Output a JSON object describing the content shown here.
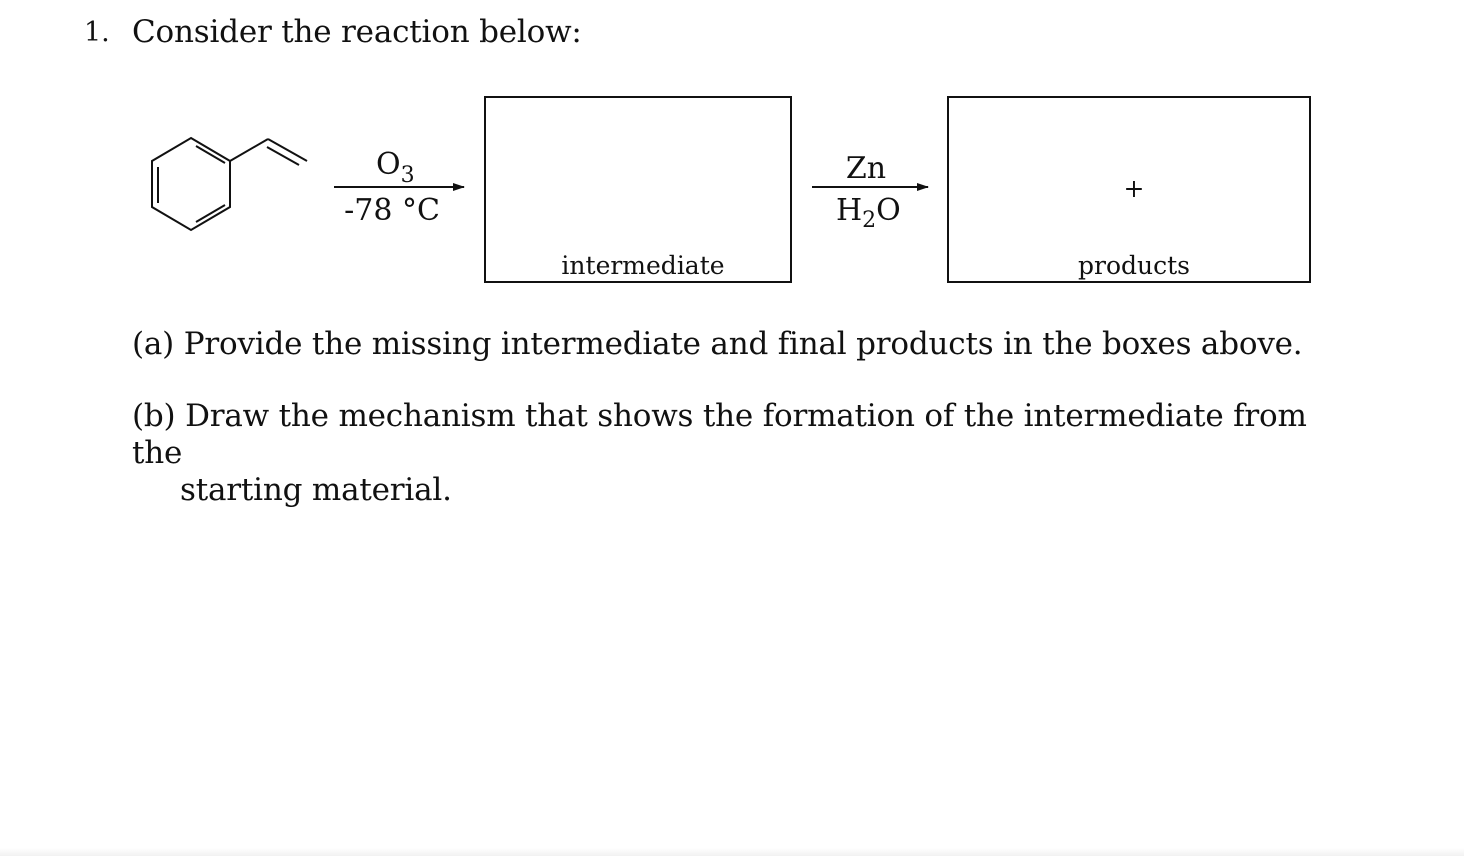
{
  "question": {
    "number": "1.",
    "prompt": "Consider the reaction below:"
  },
  "scheme": {
    "starting_material_icon": "styrene-structure-icon",
    "step1": {
      "reagent_top": "O",
      "reagent_top_subscript": "3",
      "reagent_bottom": "-78 °C"
    },
    "intermediate_box_label": "intermediate",
    "step2": {
      "reagent_top": "Zn",
      "reagent_bottom_main": "H",
      "reagent_bottom_subscript": "2",
      "reagent_bottom_tail": "O"
    },
    "products_plus": "+",
    "products_box_label": "products"
  },
  "parts": {
    "a": "(a) Provide the missing intermediate and final products in the boxes above.",
    "b_line1": "(b) Draw the mechanism that shows the formation of the intermediate from the",
    "b_line2": "starting material."
  }
}
